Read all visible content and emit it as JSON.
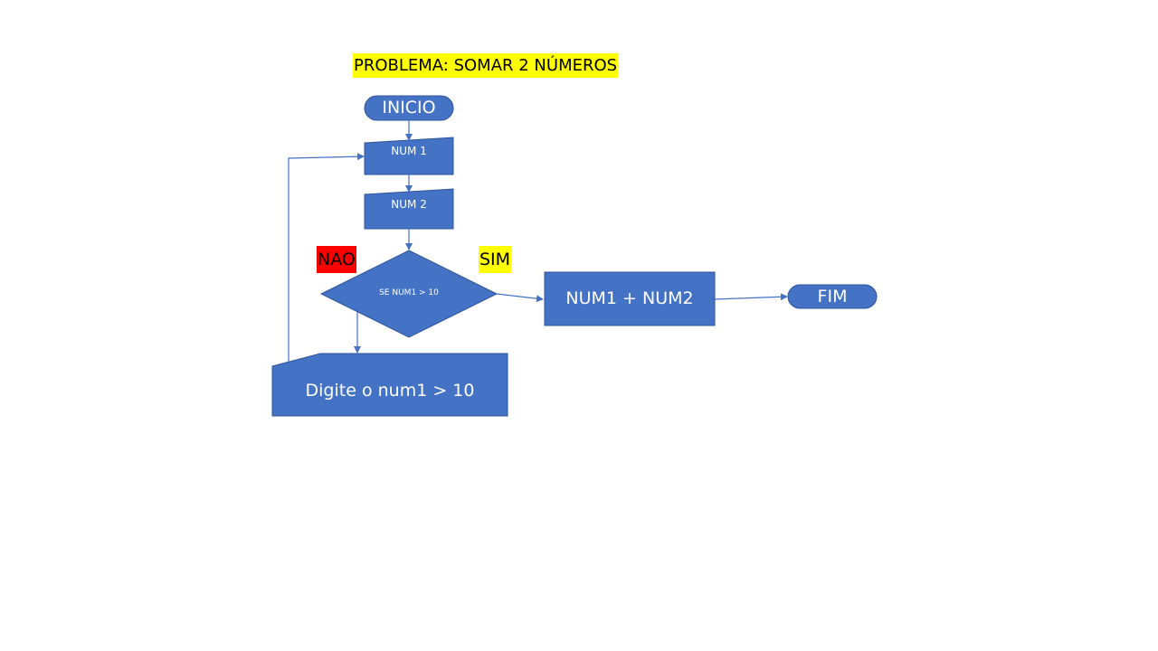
{
  "title": "PROBLEMA: SOMAR 2 NÚMEROS",
  "labels": {
    "no": "NAO",
    "yes": "SIM"
  },
  "nodes": {
    "start": "INICIO",
    "input_num1": "NUM 1",
    "input_num2": "NUM 2",
    "decision": "SE NUM1 > 10",
    "process_sum": "NUM1 + NUM2",
    "end": "FIM",
    "input_retry": "Digite o num1 > 10"
  },
  "colors": {
    "shape_fill": "#4472c4",
    "shape_stroke": "#2f5597",
    "connector": "#4472c4",
    "title_highlight": "#ffff00",
    "no_highlight": "#ff0000",
    "yes_highlight": "#ffff00"
  }
}
